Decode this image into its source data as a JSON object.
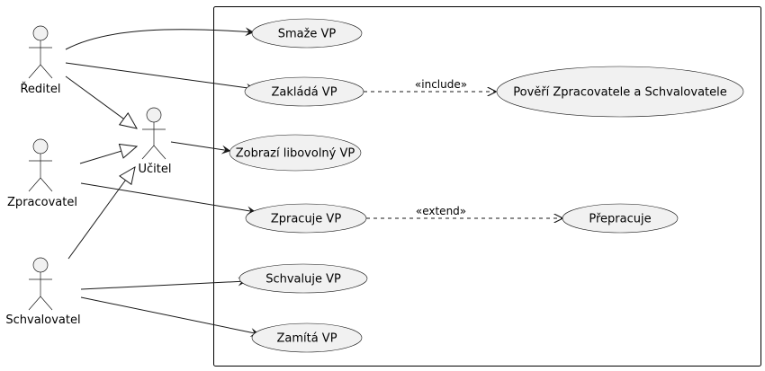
{
  "actors": [
    {
      "id": "reditel",
      "label": "Ředitel"
    },
    {
      "id": "zpracovatel",
      "label": "Zpracovatel"
    },
    {
      "id": "schvalovatel",
      "label": "Schvalovatel"
    },
    {
      "id": "ucitel",
      "label": "Učitel"
    }
  ],
  "usecases": [
    {
      "id": "smaze",
      "label": "Smaže VP"
    },
    {
      "id": "zaklada",
      "label": "Zakládá VP"
    },
    {
      "id": "poveri",
      "label": "Pověří Zpracovatele a Schvalovatele"
    },
    {
      "id": "zobrazi",
      "label": "Zobrazí libovolný VP"
    },
    {
      "id": "zpracuje",
      "label": "Zpracuje VP"
    },
    {
      "id": "prepracuje",
      "label": "Přepracuje"
    },
    {
      "id": "schvaluje",
      "label": "Schvaluje VP"
    },
    {
      "id": "zamita",
      "label": "Zamítá VP"
    }
  ],
  "relations": {
    "include": "«include»",
    "extend": "«extend»"
  }
}
